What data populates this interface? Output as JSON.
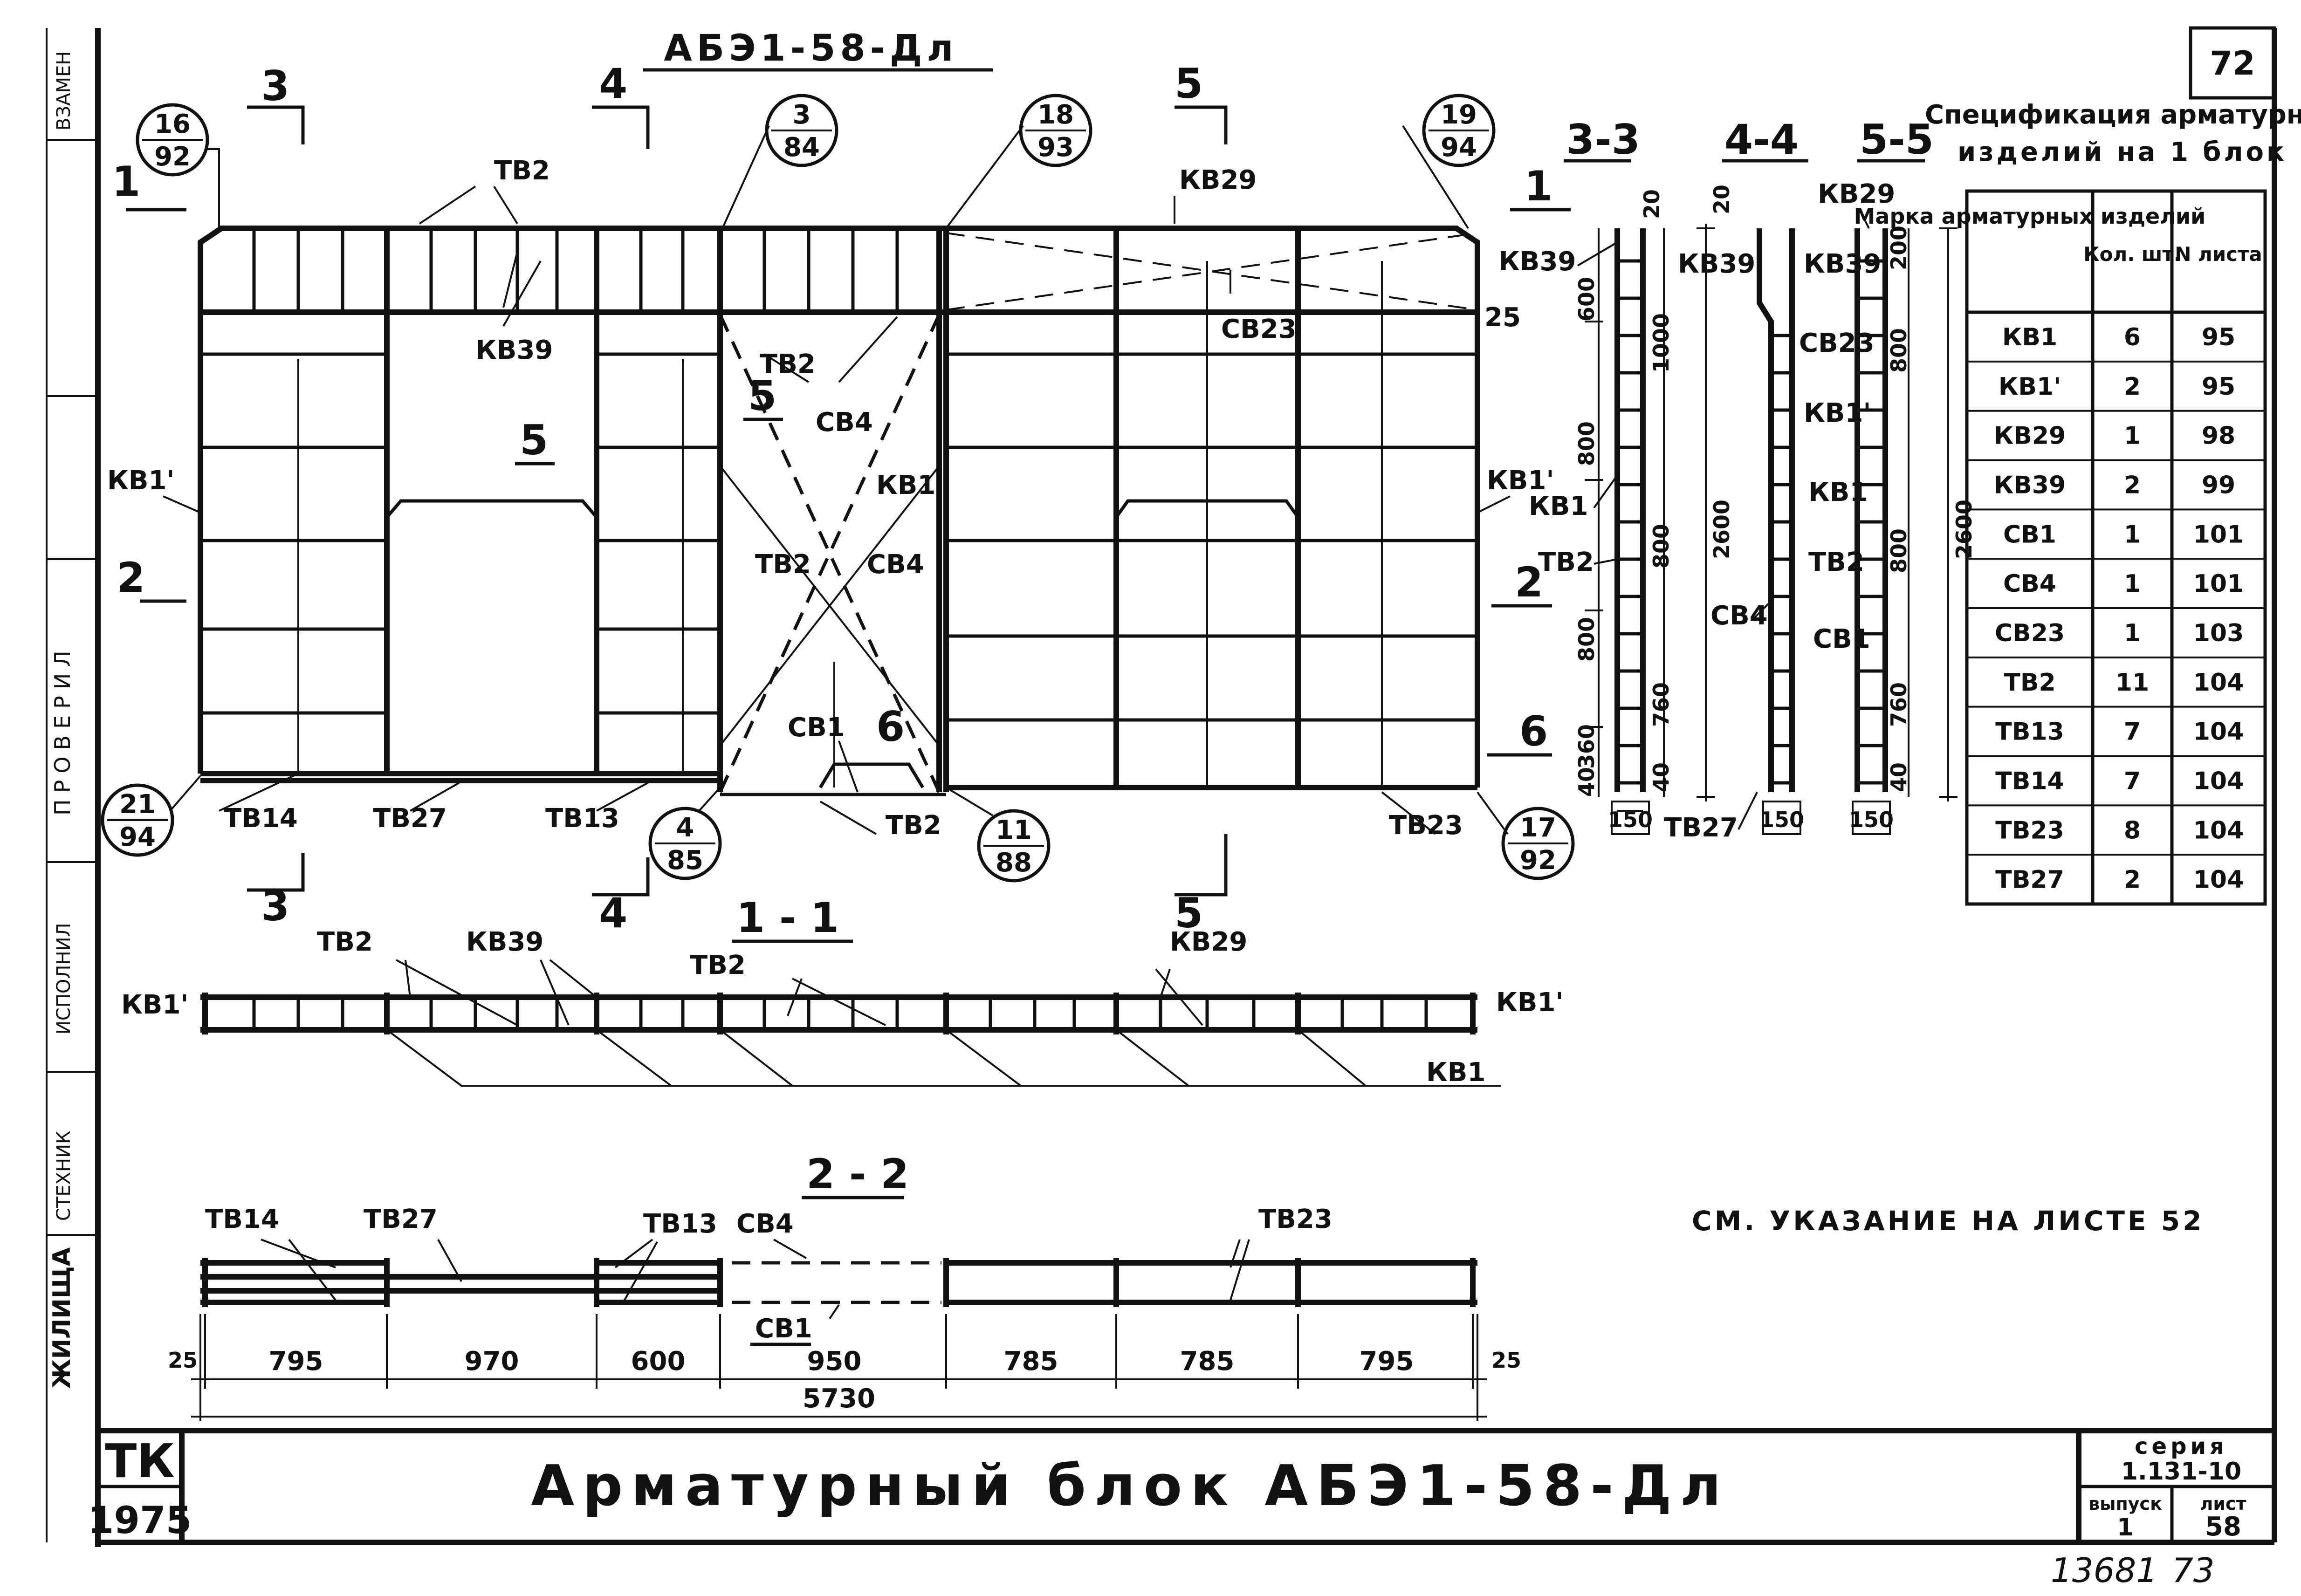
{
  "sheet_number": "72",
  "drawing_title": "АБЭ1-58-Дл",
  "side_stamp": [
    "ВЗАМЕН",
    "ПРОВЕРИЛ",
    "ИСПОЛНИЛ",
    "СТЕХНИК",
    "ЖИЛИЩА"
  ],
  "elevation": {
    "section_markers": [
      "3",
      "4",
      "5",
      "1",
      "2",
      "6"
    ],
    "callouts": [
      {
        "top": "16",
        "bottom": "92"
      },
      {
        "top": "3",
        "bottom": "84"
      },
      {
        "top": "18",
        "bottom": "93"
      },
      {
        "top": "19",
        "bottom": "94"
      },
      {
        "top": "21",
        "bottom": "94"
      },
      {
        "top": "4",
        "bottom": "85"
      },
      {
        "top": "11",
        "bottom": "88"
      },
      {
        "top": "17",
        "bottom": "92"
      }
    ],
    "labels": {
      "tb2": "ТВ2",
      "kv29": "КВ29",
      "kv39": "КВ39",
      "sv23": "СВ23",
      "sv4": "СВ4",
      "kv1": "КВ1",
      "kv1p": "КВ1'",
      "sv1": "СВ1",
      "tb14": "ТВ14",
      "tb27": "ТВ27",
      "tb13": "ТВ13",
      "tb23": "ТВ23",
      "num5": "5",
      "num6": "6",
      "dim25": "25"
    }
  },
  "sections": {
    "s33": "3-3",
    "s44": "4-4",
    "s55": "5-5",
    "s11": "1 - 1",
    "s22": "2 - 2"
  },
  "section_dims": {
    "d20": "20",
    "d600": "600",
    "d1000": "1000",
    "d800": "800",
    "d2600": "2600",
    "d760": "760",
    "d360": "360",
    "d40": "40",
    "d150": "150",
    "d200": "200"
  },
  "plan_dims": [
    "25",
    "795",
    "970",
    "600",
    "950",
    "785",
    "785",
    "795",
    "25"
  ],
  "plan_total": "5730",
  "spec": {
    "title_line1": "Спецификация арматурных",
    "title_line2": "изделий на 1 блок",
    "headers": [
      "Марка арматурных изделий",
      "Кол. шт.",
      "N листа"
    ],
    "rows": [
      [
        "КВ1",
        "6",
        "95"
      ],
      [
        "КВ1'",
        "2",
        "95"
      ],
      [
        "КВ29",
        "1",
        "98"
      ],
      [
        "КВ39",
        "2",
        "99"
      ],
      [
        "СВ1",
        "1",
        "101"
      ],
      [
        "СВ4",
        "1",
        "101"
      ],
      [
        "СВ23",
        "1",
        "103"
      ],
      [
        "ТВ2",
        "11",
        "104"
      ],
      [
        "ТВ13",
        "7",
        "104"
      ],
      [
        "ТВ14",
        "7",
        "104"
      ],
      [
        "ТВ23",
        "8",
        "104"
      ],
      [
        "ТВ27",
        "2",
        "104"
      ]
    ]
  },
  "note": "СМ. УКАЗАНИЕ НА ЛИСТЕ 52",
  "title_block": {
    "org": "ТК",
    "year": "1975",
    "title": "Арматурный блок АБЭ1-58-Дл",
    "series_label": "серия",
    "series": "1.131-10",
    "issue_label": "выпуск",
    "issue": "1",
    "sheet_label": "лист",
    "sheet": "58"
  },
  "inventory": "13681",
  "inventory_page": "73"
}
